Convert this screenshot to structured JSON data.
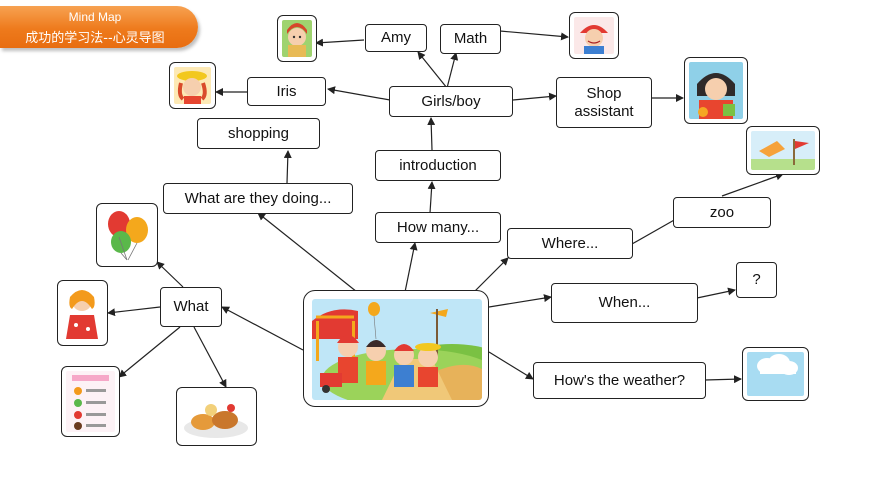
{
  "banner": {
    "title": "Mind Map",
    "subtitle": "成功的学习法--心灵导图"
  },
  "nodes": {
    "amy": "Amy",
    "math": "Math",
    "iris": "Iris",
    "girls_boy": "Girls/boy",
    "shop_assistant": "Shop assistant",
    "shopping": "shopping",
    "introduction": "introduction",
    "what_are_they_doing": "What are they doing...",
    "how_many": "How many...",
    "where": "Where...",
    "zoo": "zoo",
    "question": "?",
    "what": "What",
    "when": "When...",
    "hows_the_weather": "How's the weather?"
  },
  "images": [
    "amy-portrait",
    "math-boy-portrait",
    "iris-portrait",
    "shop-assistant-portrait",
    "zoo-sign",
    "balloons",
    "doll",
    "price-list",
    "cakes-plate",
    "sky-cloud",
    "children-at-fair"
  ],
  "colors": {
    "banner": "#ee7a1c",
    "line": "#222222",
    "node_border": "#222222"
  }
}
